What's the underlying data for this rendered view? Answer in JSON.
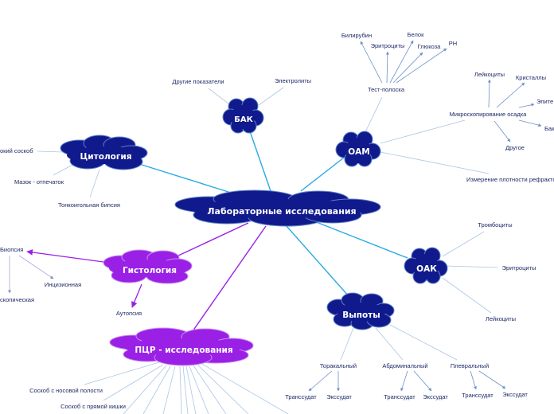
{
  "colors": {
    "dark_node": "#101a8c",
    "purple_node": "#9a20e6",
    "blue_line": "#29abe2",
    "purple_line": "#9a20e6",
    "leaf_line": "#a9c6e4",
    "arrow": "#6a8fc8",
    "leaf_text": "#1d2a66"
  },
  "central": {
    "label": "Лабораторные исследования"
  },
  "nodes": {
    "bak": "БАК",
    "oam": "ОАМ",
    "cytology": "Цитология",
    "histology": "Гистология",
    "pcr": "ПЦР - исследования",
    "oak": "ОАК",
    "effusions": "Выпоты"
  },
  "leaves": {
    "bak_other": "Другие показатели",
    "bak_electrolytes": "Электролиты",
    "bilirubin": "Билирубин",
    "erythrocytes_strip": "Эритроциты",
    "protein": "Белок",
    "glucose": "Глюкоза",
    "ph": "PH",
    "test_strip": "Тест-полоска",
    "leukocytes_sed": "Лейкоциты",
    "crystals": "Кристаллы",
    "epithelium": "Эпите",
    "bacteria": "Бак",
    "sediment_microscopy": "Микроскопирование осадка",
    "other_sed": "Другое",
    "density": "Измерение плотности рефракто",
    "cyto_deep_swab": "окий соскоб",
    "cyto_imprint": "Мазок - отпечаток",
    "cyto_fine_needle": "Тонкоигольная бипсия",
    "histo_biopsy": "Биопсия",
    "histo_incisional": "Инцизионная",
    "histo_endoscopic": "скопическая",
    "histo_autopsy": "Аутопсия",
    "pcr_nasal": "Соскоб с носовой полости",
    "pcr_rectal": "Соскоб с прямой кишки",
    "thrombocytes": "Тромбоциты",
    "erythrocytes_oak": "Эритроциты",
    "leukocytes_oak": "Лейкоциты",
    "thoracic": "Торакальный",
    "abdominal": "Абдоминальный",
    "pleural": "Плевральный",
    "thor_transudate": "Транссудат",
    "thor_exudate": "Экссудат",
    "abd_transudate": "Транссудат",
    "abd_exudate": "Экссудат",
    "pleu_transudate": "Транссудат",
    "pleu_exudate": "Экссудат"
  }
}
